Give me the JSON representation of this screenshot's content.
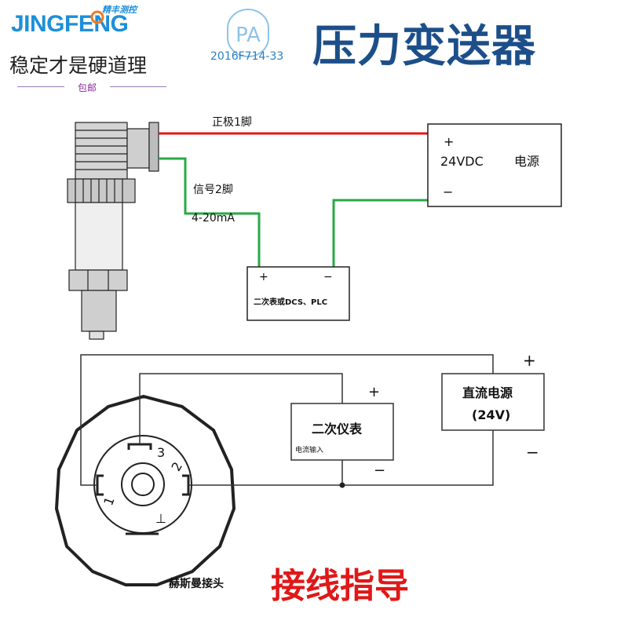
{
  "header": {
    "brand": "JINGFENG",
    "brand_sub": "精丰测控",
    "slogan": "稳定才是硬道理",
    "free_shipping": "包邮",
    "pa_mark": "PA",
    "pa_cert": "2016F714-33",
    "product_title": "压力变送器"
  },
  "upper_diagram": {
    "positive_pin": "正极1脚",
    "signal_pin": "信号2脚",
    "signal_range": "4-20mA",
    "power_plus": "+",
    "power_voltage": "24VDC",
    "power_label": "电源",
    "power_minus": "−",
    "meter_plus": "+",
    "meter_minus": "−",
    "meter_label": "二次表或DCS、PLC"
  },
  "lower_diagram": {
    "pin3": "3",
    "pin2": "2",
    "pin1": "1",
    "ground": "⊥",
    "meter_title": "二次仪表",
    "meter_sub": "电流输入",
    "meter_plus": "+",
    "meter_minus": "−",
    "dc_title": "直流电源",
    "dc_voltage": "(24V)",
    "dc_plus": "+",
    "dc_minus": "−",
    "connector_label": "赫斯曼接头"
  },
  "footer": {
    "guide_title": "接线指导"
  },
  "colors": {
    "red_wire": "#e01818",
    "green_wire": "#2aa845",
    "brand_blue": "#1d8fd8",
    "title_navy": "#1c4f8a"
  }
}
